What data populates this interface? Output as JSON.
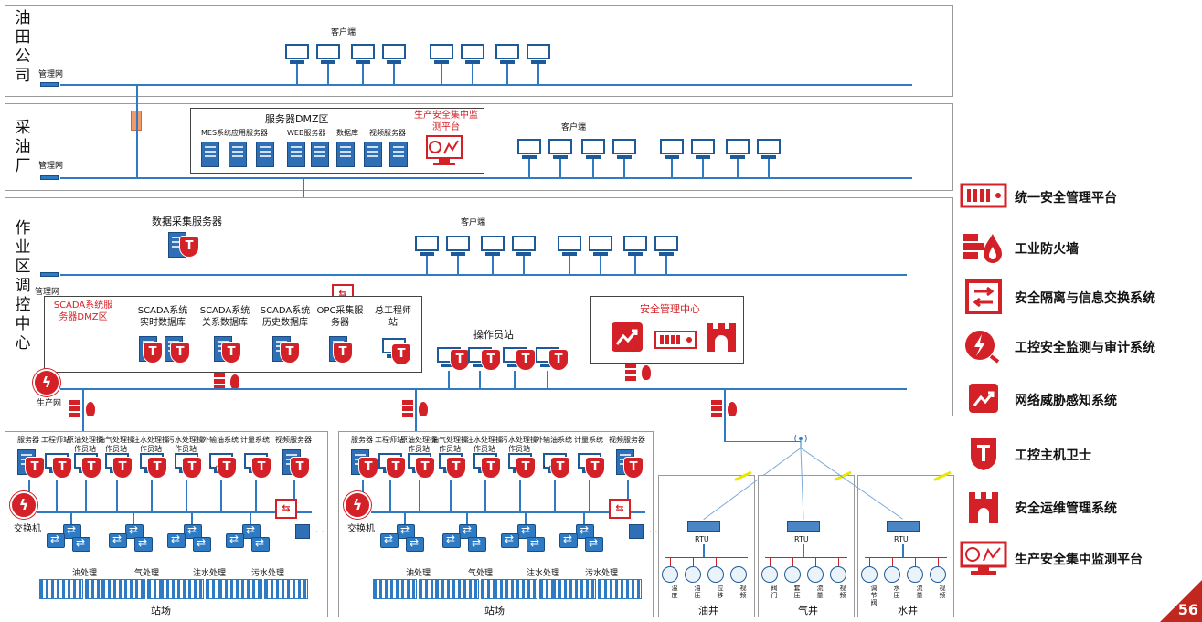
{
  "zones": {
    "oilfield_company": "油田公司",
    "production_plant": "采油厂",
    "dispatch_center": "作业区调控中心"
  },
  "network_labels": {
    "mgmt_net_1": "管理网",
    "mgmt_net_2": "管理网",
    "mgmt_net_3": "管理网",
    "production_net": "生产网",
    "switch_left": "交换机",
    "switch_right": "交换机"
  },
  "client_labels": {
    "company_clients": "客户端",
    "plant_clients": "客户端",
    "dispatch_clients": "客户端"
  },
  "plant_dmz": {
    "title": "服务器DMZ区",
    "servers": [
      "MES系统应用服务器",
      "WEB服务器",
      "数据库",
      "视频服务器"
    ],
    "monitor_platform": "生产安全集中监测平台"
  },
  "dispatch": {
    "data_collection_server": "数据采集服务器",
    "scada_dmz": "SCADA系统服务器DMZ区",
    "scada_realtime": "SCADA系统实时数据库",
    "scada_relational": "SCADA系统关系数据库",
    "scada_history": "SCADA系统历史数据库",
    "opc_server": "OPC采集服务器",
    "chief_engineer": "总工程师站",
    "operator_station": "操作员站",
    "security_center": "安全管理中心"
  },
  "station_left": {
    "nodes": [
      "服务器",
      "工程师站",
      "原油处理操作员站",
      "油气处理操作员站",
      "注水处理操作员站",
      "污水处理操作员站",
      "外输油系统",
      "计量系统",
      "视频服务器"
    ],
    "groups": [
      "油处理",
      "气处理",
      "注水处理",
      "污水处理"
    ],
    "title": "站场"
  },
  "station_right": {
    "nodes": [
      "服务器",
      "工程师站",
      "原油处理操作员站",
      "油气处理操作员站",
      "注水处理操作员站",
      "污水处理操作员站",
      "外输油系统",
      "计量系统",
      "视频服务器"
    ],
    "groups": [
      "油处理",
      "气处理",
      "注水处理",
      "污水处理"
    ],
    "title": "站场"
  },
  "wells": [
    {
      "title": "油井",
      "rtu": "RTU",
      "devices": [
        "温度",
        "油压",
        "位移",
        "视频"
      ]
    },
    {
      "title": "气井",
      "rtu": "RTU",
      "devices": [
        "阀门",
        "套压",
        "流量",
        "视频"
      ]
    },
    {
      "title": "水井",
      "rtu": "RTU",
      "devices": [
        "调节阀",
        "水压",
        "流量",
        "视频"
      ]
    }
  ],
  "legend": [
    {
      "icon": "unified-security-platform-icon",
      "label": "统一安全管理平台"
    },
    {
      "icon": "industrial-firewall-icon",
      "label": "工业防火墙"
    },
    {
      "icon": "isolation-exchange-icon",
      "label": "安全隔离与信息交换系统"
    },
    {
      "icon": "audit-monitor-icon",
      "label": "工控安全监测与审计系统"
    },
    {
      "icon": "threat-awareness-icon",
      "label": "网络威胁感知系统"
    },
    {
      "icon": "host-guard-icon",
      "label": "工控主机卫士"
    },
    {
      "icon": "ops-management-icon",
      "label": "安全运维管理系统"
    },
    {
      "icon": "monitor-platform-icon",
      "label": "生产安全集中监测平台"
    }
  ],
  "page_number": "56",
  "colors": {
    "accent_red": "#d42027",
    "network_blue": "#2e7bc4"
  }
}
